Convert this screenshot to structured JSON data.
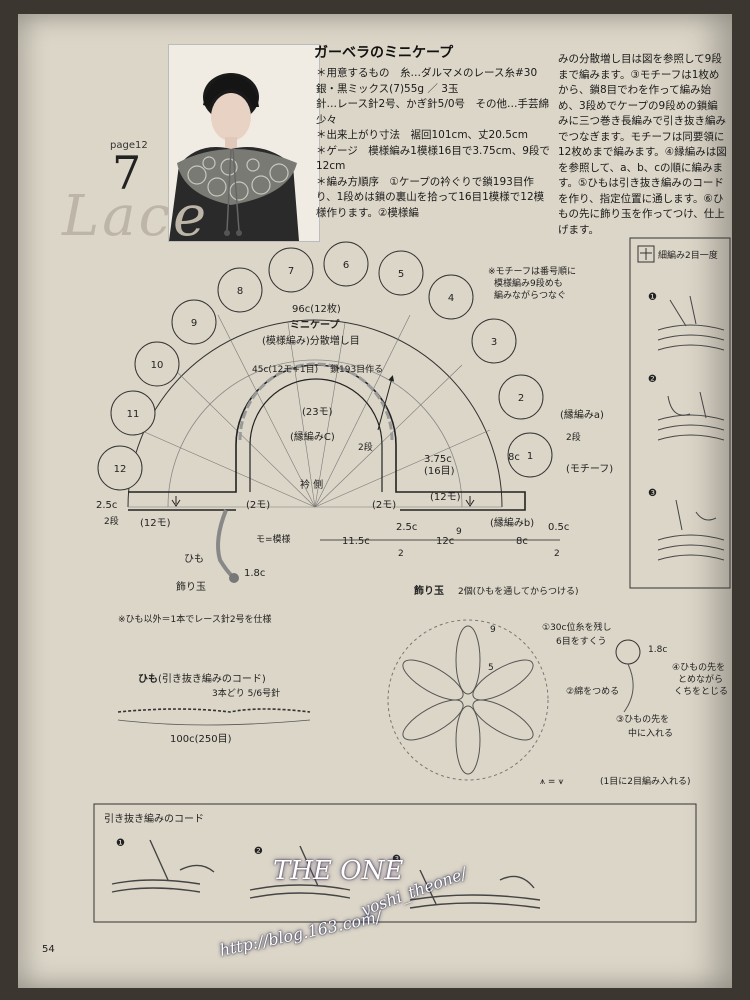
{
  "header": {
    "page_ref": "page12",
    "number": "7",
    "watermark_word": "Lace",
    "title": "ガーベラのミニケープ"
  },
  "instructions": {
    "col1": "＊用意するもの　糸…ダルマメのレース糸#30　銀・黒ミックス(7)55g ／ 3玉\n針…レース針2号、かぎ針5/0号　その他…手芸綿少々\n＊出来上がり寸法　裾回101cm、丈20.5cm\n＊ゲージ　模様編み1模様16目で3.75cm、9段で12cm\n＊編み方順序　①ケープの衿ぐりで鎖193目作り、1段めは鎖の裏山を拾って16目1模様で12模様作ります。②模様編",
    "col2": "みの分散増し目は図を参照して9段まで編みます。③モチーフは1枚めから、鎖8目でわを作って編み始め、3段めでケープの9段めの鎖編みに三つ巻き長編みで引き抜き編みでつなぎます。モチーフは同要領に12枚めまで編みます。④縁編みは図を参照して、a、b、cの順に編みます。⑤ひもは引き抜き編みのコードを作り、指定位置に通します。⑥ひもの先に飾り玉を作ってつけ、仕上げます。"
  },
  "diagram": {
    "title": "ミニケープ",
    "subtitle": "(模様編み)分散増し目",
    "motif_note_lines": [
      "※モチーフは番号順に",
      "模様編み9段めも",
      "編みながらつなぐ"
    ],
    "motif_numbers": [
      "12",
      "11",
      "10",
      "9",
      "8",
      "7",
      "6",
      "5",
      "4",
      "3",
      "2",
      "1"
    ],
    "label_96c": "96c(12枚)",
    "label_45c": "45c(12モ+1目)",
    "label_chain": "鎖193目作る",
    "label_23mo": "(23モ)",
    "label_edge_c": "(縁編みC)",
    "label_2dan": "2段",
    "label_collar": "衿 側",
    "label_edge_a": "(縁編みa)",
    "label_motif": "(モチーフ)",
    "label_8c": "8c",
    "label_375": "3.75c",
    "label_16me": "(16目)",
    "label_12mo_l": "(12モ)",
    "label_12mo_r": "(12モ)",
    "label_2mo_l": "(2モ)",
    "label_2mo_r": "(2モ)",
    "label_edge_b": "(縁編みb)",
    "label_25c_l": "2.5c",
    "label_mo_legend": "モ=模様",
    "dim_115": "11.5c",
    "dim_25": "2.5c",
    "dim_12": "12c",
    "dim_8": "8c",
    "dim_05": "0.5c",
    "dim_2": "2",
    "dim_9": "9",
    "label_himo": "ひも",
    "label_kazaridama": "飾り玉",
    "label_18c": "1.8c"
  },
  "symbol_box": {
    "title": "細編み2目一度",
    "steps": [
      "❶",
      "❷",
      "❸"
    ]
  },
  "note_himo": "※ひも以外＝1本でレース針2号を仕様",
  "cord": {
    "title": "ひも",
    "title_sub": "(引き抜き編みのコード)",
    "spec": "3本どり 5/6号針",
    "length": "100c(250目)"
  },
  "bead": {
    "title": "飾り玉",
    "subtitle": "2個(ひもを通してからつける)",
    "step1a": "①30c位糸を残し",
    "step1b": "6目をすくう",
    "step2": "②綿をつめる",
    "step3a": "③ひもの先を",
    "step3b": "中に入れる",
    "step4a": "④ひもの先を",
    "step4b": "とめながら",
    "step4c": "くちをとじる",
    "size": "1.8c",
    "num9": "9",
    "num5": "5",
    "legend": "(1目に2目編み入れる)"
  },
  "slip_cord": {
    "title": "引き抜き編みのコード",
    "steps": [
      "❶",
      "❷",
      "❸"
    ]
  },
  "footer": {
    "page_number": "54"
  },
  "watermark": {
    "brand": "THE ONE",
    "url_a": "yoshi_theone/",
    "url_b": "http://blog.163.com/"
  }
}
